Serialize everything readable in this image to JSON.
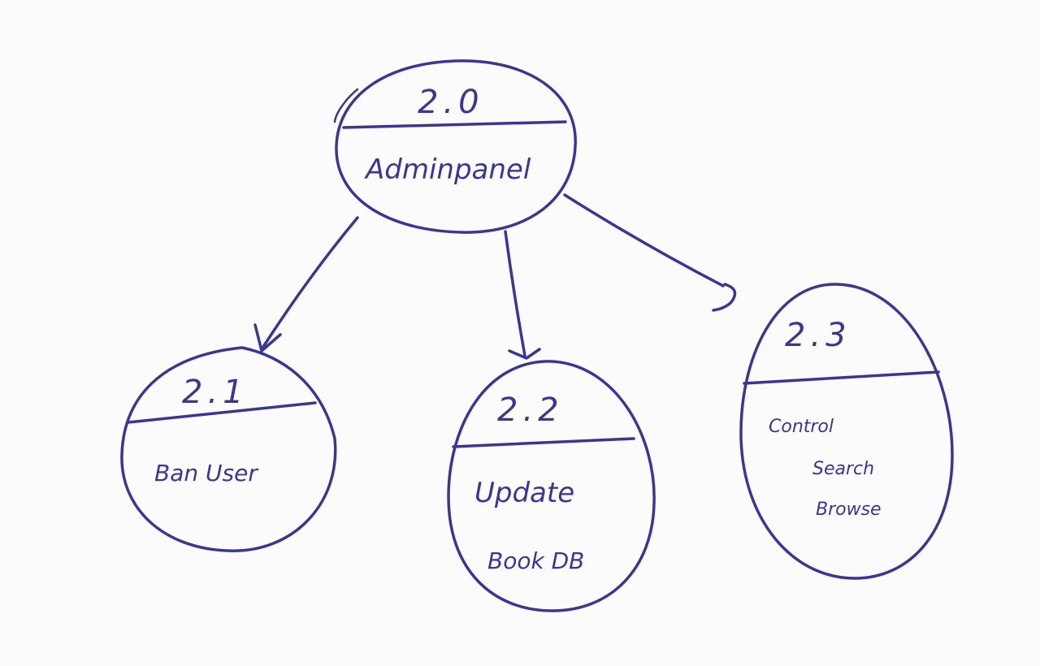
{
  "diagram": {
    "ink_color": "#3a3794",
    "paper_color": "#fbfbfb",
    "nodes": [
      {
        "id": "n20",
        "number": "2.0",
        "lines": [
          "Adminpanel"
        ]
      },
      {
        "id": "n21",
        "number": "2.1",
        "lines": [
          "Ban User"
        ]
      },
      {
        "id": "n22",
        "number": "2.2",
        "lines": [
          "Update",
          "Book DB"
        ]
      },
      {
        "id": "n23",
        "number": "2.3",
        "lines": [
          "Control",
          "Search",
          "Browse"
        ]
      }
    ],
    "edges": [
      {
        "from": "n20",
        "to": "n21"
      },
      {
        "from": "n20",
        "to": "n22"
      },
      {
        "from": "n20",
        "to": "n23"
      }
    ]
  }
}
